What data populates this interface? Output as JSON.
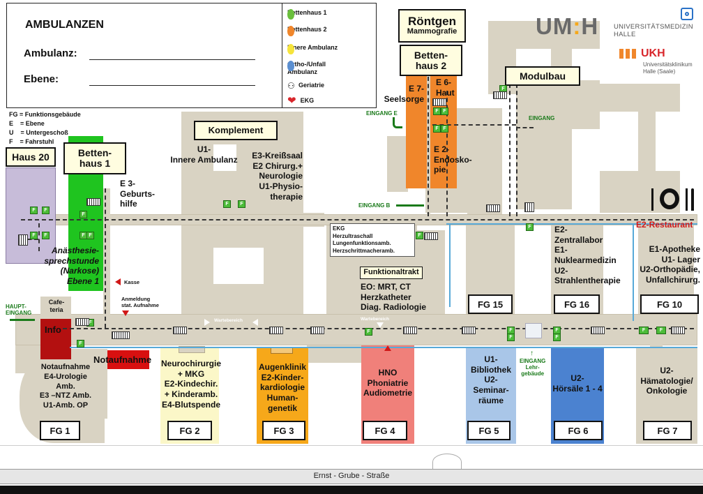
{
  "legend": {
    "title": "AMBULANZEN",
    "field_ambulanz": "Ambulanz:",
    "field_ebene": "Ebene:",
    "items": [
      {
        "label": "Bettenhaus 1",
        "icon": "footprint-green-icon",
        "color": "#6abf3c"
      },
      {
        "label": "Bettenhaus 2",
        "icon": "footprint-orange-icon",
        "color": "#f0862b"
      },
      {
        "label": "Innere Ambulanz",
        "icon": "footprint-yellow-icon",
        "color": "#f6e43c"
      },
      {
        "label": "Ortho-/Unfall Ambulanz",
        "icon": "footprint-blue-icon",
        "color": "#5b8fd1"
      },
      {
        "label": "Geriatrie",
        "icon": "walking-person-icon",
        "color": "#333333"
      },
      {
        "label": "EKG",
        "icon": "heart-icon",
        "color": "#d8262b"
      }
    ],
    "abbreviations": [
      "FG = Funktionsgebäude",
      "E    = Ebene",
      "U    = Untergeschoß",
      "F    = Fahrstuhl"
    ]
  },
  "logos": {
    "um_text": "UM",
    "um_h": "H",
    "um_sub1": "UNIVERSITÄTSMEDIZIN",
    "um_sub2": "HALLE",
    "ukh_text": "UKH",
    "ukh_sub1": "Universitätsklinikum",
    "ukh_sub2": "Halle (Saale)"
  },
  "buildings": {
    "haus20": "Haus 20",
    "bettenhaus1": "Betten-\nhaus 1",
    "bettenhaus2": "Betten-\nhaus 2",
    "roentgen_title": "Röntgen",
    "roentgen_sub": "Mammografie",
    "modulbau": "Modulbau",
    "komplement": "Komplement",
    "funktionaltrakt": "Funktionaltrakt",
    "info": "Info",
    "cafeteria": "Cafe-\nteria",
    "notaufnahme_tag": "Notaufnahme",
    "restaurant": "E2-Restaurant"
  },
  "labels": {
    "e7": "E 7-\nSeelsorge",
    "e6": "E 6-\nHaut",
    "e2_endo": "E 2-\nEndosko-\npie",
    "e3_geburt": "E 3-\nGeburts-\nhilfe",
    "u1_innere": "U1-\nInnere Ambulanz",
    "komplement_list": "E3-Kreißsaal\nE2 Chirurg.+\nNeurologie\nU1-Physio-\ntherapie",
    "anaesthesie": "Anästhesie-\nsprechstunde\n(Narkose)\nEbene 1",
    "kasse": "Kasse",
    "anmeldung": "Anmeldung\nstat. Aufnahme",
    "ekg_box": "EKG\nHerzultraschall\nLungenfunktionsamb.\nHerzschrittmacheramb.",
    "funktional_list": "EO: MRT, CT\nHerzkatheter\nDiag. Radiologie",
    "fg16_list": "E2-\nZentrallabor\nE1-\nNuklearmedizin\nU2-\nStrahlentherapie",
    "fg10_list": "E1-Apotheke\nU1- Lager\nU2-Orthopädie,\nUnfallchirurg.",
    "notaufnahme_list": "Notaufnahme\nE4-Urologie\nAmb.\nE3 –NTZ Amb.\nU1-Amb. OP",
    "fg2_list": "Neurochirurgie\n+ MKG\nE2-Kindechir.\n+ Kinderamb.\nE4-Blutspende",
    "fg3_list": "Augenklinik\nE2-Kinder-\nkardiologie\nHuman-\ngenetik",
    "fg4_list": "HNO\nPhoniatrie\nAudiometrie",
    "fg5_list": "U1-\nBibliothek\nU2-\nSeminar-\nräume",
    "fg6_list": "U2-\nHörsäle 1 - 4",
    "fg7_list": "U2-\nHämatologie/\nOnkologie",
    "wartebereich": "Wartebereich",
    "street": "Ernst - Grube - Straße"
  },
  "entrances": {
    "haupt": "HAUPT-\nEINGANG",
    "eingang_e": "EINGANG E",
    "eingang_b": "EINGANG B",
    "eingang_modul": "EINGANG",
    "eingang_lehr": "EINGANG\nLehr-\ngebäude"
  },
  "fg": [
    "FG 1",
    "FG 2",
    "FG 3",
    "FG 4",
    "FG 5",
    "FG 6",
    "FG 7",
    "FG 10",
    "FG 15",
    "FG 16"
  ],
  "elevator": "F",
  "colors": {
    "base": "#d9d3c3",
    "green": "#1fc41f",
    "lavender": "#c7bcd9",
    "orange": "#f0862b",
    "yellow_light": "#fbf7c8",
    "amber": "#f6a81a",
    "salmon": "#f0807a",
    "light_blue": "#a9c6e8",
    "blue": "#4b82d0",
    "red": "#d01818",
    "dark_red": "#b31010"
  },
  "icons": {
    "restaurant": "plate-fork-knife-icon",
    "fullscreen": "fullscreen-icon"
  }
}
